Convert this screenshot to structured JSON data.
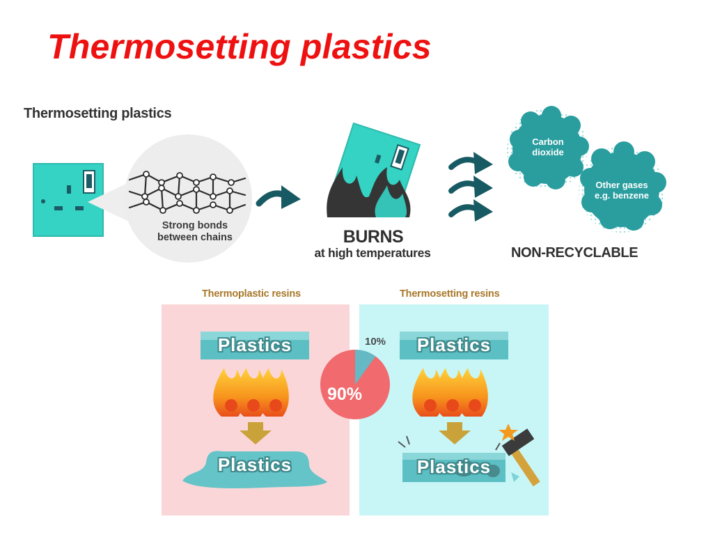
{
  "slide": {
    "title": "Thermosetting plastics"
  },
  "diagram": {
    "heading": "Thermosetting plastics",
    "bonds_caption_line1": "Strong bonds",
    "bonds_caption_line2": "between chains",
    "burns_label": "BURNS",
    "burns_sub": "at high temperatures",
    "cloud1_line1": "Carbon",
    "cloud1_line2": "dioxide",
    "cloud2_line1": "Other gases",
    "cloud2_line2": "e.g. benzene",
    "non_recyclable": "NON-RECYCLABLE"
  },
  "comparison": {
    "left_heading": "Thermoplastic resins",
    "right_heading": "Thermosetting resins",
    "plastics_label": "Plastics",
    "pie_small_label": "10%",
    "pie_big_label": "90%",
    "pie_small_fraction": 0.1
  },
  "colors": {
    "title_red": "#ee1111",
    "teal": "#34d3c4",
    "dark_teal": "#185a63",
    "cloud_teal": "#2a9d9f",
    "pink_panel": "#fbd6d9",
    "cyan_panel": "#c8f6f7",
    "pie_red": "#f06a6e",
    "pie_teal": "#65b9c4",
    "flame_orange": "#f59a1e",
    "arrow_gold": "#c9a23a"
  }
}
